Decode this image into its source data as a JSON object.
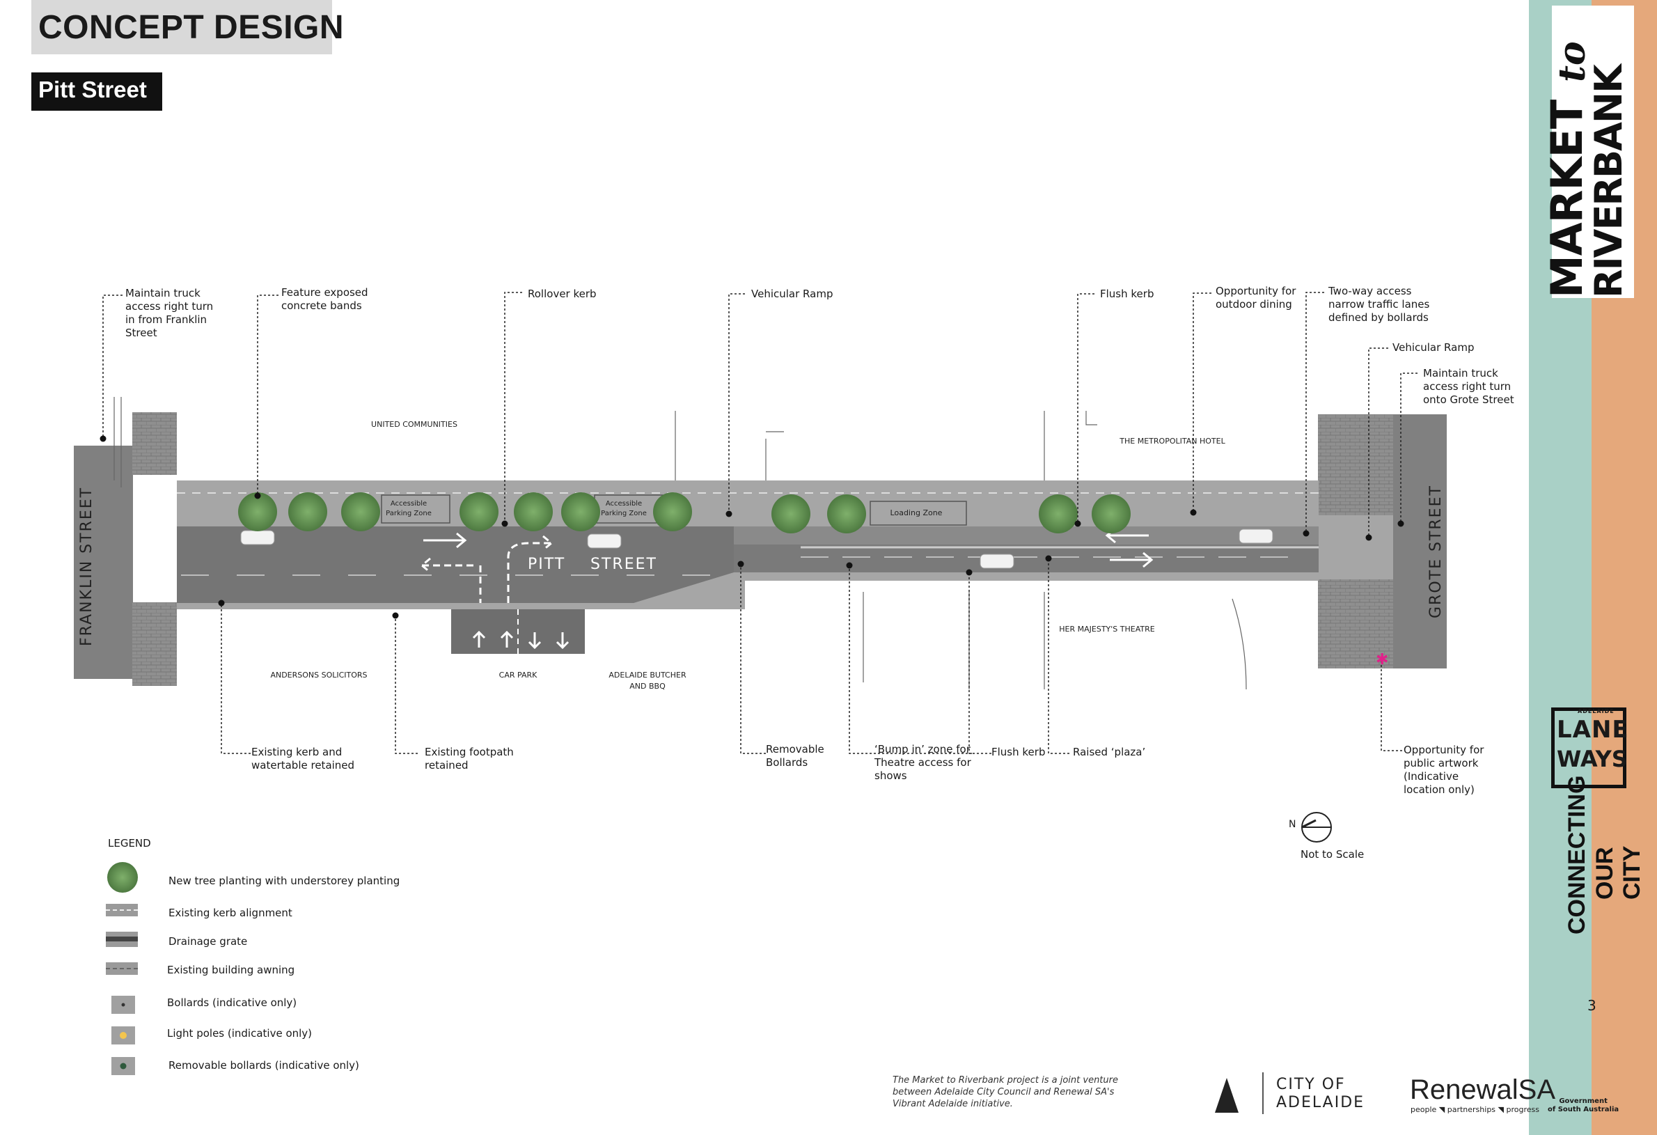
{
  "header": {
    "title": "CONCEPT DESIGN",
    "subtitle": "Pitt Street"
  },
  "streets": {
    "franklin": "FRANKLIN STREET",
    "grote": "GROTE STREET",
    "pitt_1": "PITT",
    "pitt_2": "STREET"
  },
  "buildings": {
    "united": "UNITED COMMUNITIES",
    "metropolitan": "THE METROPOLITAN HOTEL",
    "andersons": "ANDERSONS SOLICITORS",
    "car_park": "CAR PARK",
    "butcher": "ADELAIDE BUTCHER\nAND BBQ",
    "her_majestys": "HER MAJESTY'S THEATRE"
  },
  "zones": {
    "accessible_1": "Accessible\nParking Zone",
    "accessible_2": "Accessible\nParking Zone",
    "loading": "Loading Zone"
  },
  "callouts": {
    "truck_franklin": "Maintain truck\naccess right turn\nin from Franklin\nStreet",
    "concrete_bands": "Feature exposed\nconcrete bands",
    "rollover_kerb": "Rollover kerb",
    "vehicular_ramp_1": "Vehicular Ramp",
    "flush_kerb_1": "Flush kerb",
    "outdoor_dining": "Opportunity for\noutdoor dining",
    "two_way": "Two-way access\nnarrow traffic lanes\ndefined by bollards",
    "vehicular_ramp_2": "Vehicular Ramp",
    "truck_grote": "Maintain truck\naccess right turn\nonto Grote Street",
    "existing_kerb": "Existing kerb and\nwatertable retained",
    "existing_footpath": "Existing footpath\nretained",
    "removable_bollards": "Removable\nBollards",
    "bump_in": "‘Bump in’ zone for\nTheatre access for\nshows",
    "flush_kerb_2": "Flush kerb",
    "raised_plaza": "Raised ‘plaza’",
    "public_artwork": "Opportunity for\npublic artwork\n(Indicative\nlocation only)"
  },
  "north": {
    "letter": "N",
    "scale": "Not to Scale"
  },
  "legend": {
    "title": "LEGEND",
    "items": [
      "New tree planting with understorey planting",
      "Existing kerb alignment",
      "Drainage grate",
      "Existing building awning",
      "Bollards (indicative only)",
      "Light poles (indicative only)",
      "Removable bollards (indicative only)"
    ]
  },
  "sidebar": {
    "to": "to",
    "market": "MARKET",
    "riverbank": "RIVERBANK",
    "adelaide": "ADELAIDE",
    "lane": "LANE",
    "ways": "WAYS",
    "connecting_1": "CONNECTING",
    "connecting_2": "OUR CITY",
    "page_number": "3"
  },
  "footer": {
    "note": "The Market to Riverbank project is a joint venture\nbetween Adelaide City Council and Renewal SA's\nVibrant Adelaide initiative.",
    "city_of_adelaide": "CITY OF\nADELAIDE",
    "renewal": "RenewalSA",
    "renewal_tag": "people ◥ partnerships ◥ progress",
    "gov": "Government\nof South Australia"
  },
  "colors": {
    "road": "#777777",
    "footpath": "#a6a6a6",
    "paving": "#8c8c8c",
    "tree": "#5d8a4e",
    "teal": "#a9d0c6",
    "orange": "#e5a87b",
    "artwork": "#e0218a"
  }
}
